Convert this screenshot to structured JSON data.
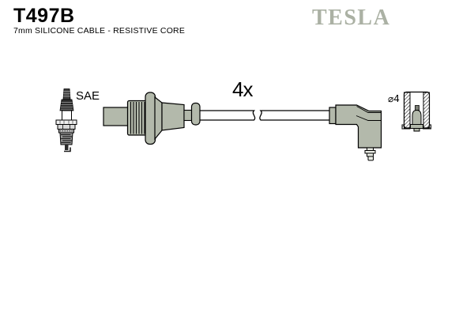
{
  "header": {
    "part_number": "T497B",
    "description": "7mm SILICONE CABLE - RESISTIVE CORE",
    "brand": "TESLA"
  },
  "labels": {
    "spark_plug_standard": "SAE",
    "quantity": "4x",
    "terminal_diameter": "⌀4"
  },
  "colors": {
    "brand_logo": "#abb1a4",
    "part_fill": "#b3b9ab",
    "nipple_fill": "#e9ebe3",
    "background": "#ffffff"
  }
}
